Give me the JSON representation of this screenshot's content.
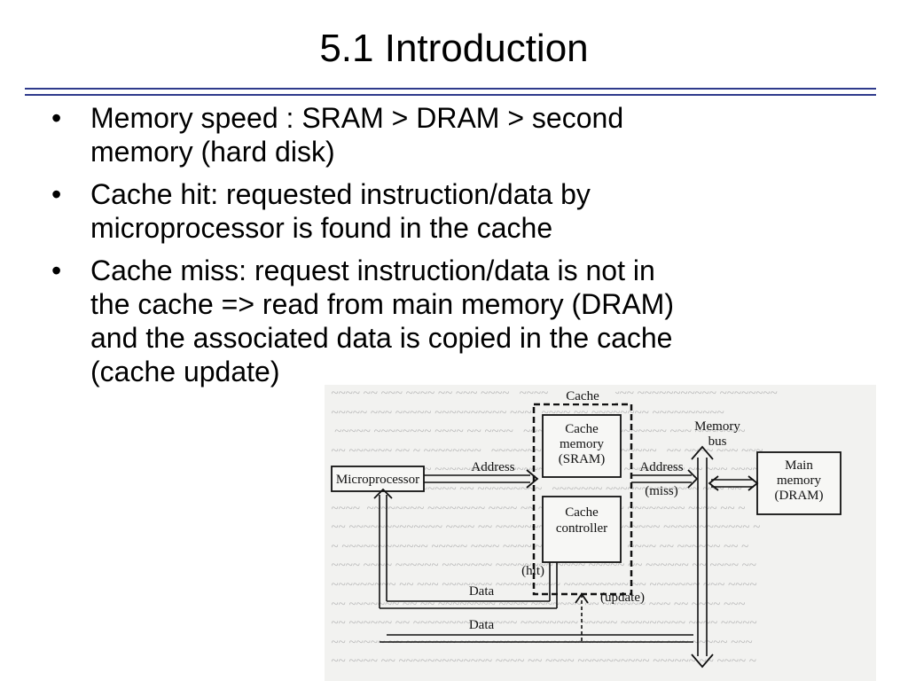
{
  "slide": {
    "title": "5.1 Introduction",
    "bullets": [
      {
        "symbol": "•",
        "line1": "Memory speed : SRAM > DRAM > second",
        "line2": "memory (hard disk)"
      },
      {
        "symbol": "•",
        "line1": "Cache hit: requested instruction/data by",
        "line2": "microprocessor is found in the cache"
      },
      {
        "symbol": "•",
        "line1": "Cache miss: request instruction/data is not in",
        "line2": "the cache => read from main memory (DRAM)",
        "line3": "and the associated data is copied in the cache",
        "line4": "(cache update)"
      }
    ]
  },
  "diagram": {
    "cache_label": "Cache",
    "cache_memory": {
      "line1": "Cache",
      "line2": "memory",
      "line3": "(SRAM)"
    },
    "cache_controller": {
      "line1": "Cache",
      "line2": "controller"
    },
    "microprocessor": "Microprocessor",
    "memory_bus": {
      "line1": "Memory",
      "line2": "bus"
    },
    "main_memory": {
      "line1": "Main",
      "line2": "memory",
      "line3": "(DRAM)"
    },
    "address_left": "Address",
    "address_right": "Address",
    "miss": "(miss)",
    "hit": "(hit)",
    "data_upper": "Data",
    "data_lower": "Data",
    "update": "(update)"
  }
}
